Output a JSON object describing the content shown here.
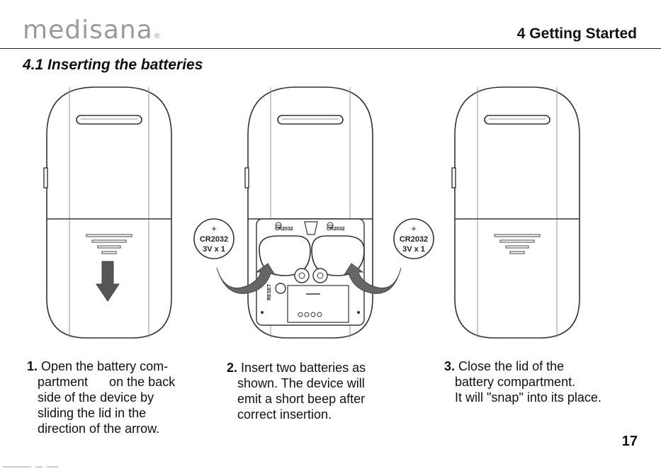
{
  "header": {
    "logo": "medisana",
    "logo_mark": "®",
    "chapter": "4 Getting Started"
  },
  "section": {
    "title": "4.1 Inserting the batteries"
  },
  "figure": {
    "battery_label_left": {
      "line1": "CR2032",
      "line2": "3V x 1"
    },
    "battery_label_right": {
      "line1": "CR2032",
      "line2": "3V x 1"
    },
    "slot_label_left": "CR2032",
    "slot_label_right": "CR2032",
    "polarity_symbol": "+",
    "reset_label": "RESET"
  },
  "steps": [
    {
      "number": "1.",
      "lines": [
        "Open the battery com-",
        "partment      on the back",
        "side of the device by",
        "sliding the lid in the",
        "direction of the arrow."
      ]
    },
    {
      "number": "2.",
      "lines": [
        "Insert two batteries as",
        "shown. The device will",
        "emit a short beep after",
        "correct insertion."
      ]
    },
    {
      "number": "3.",
      "lines": [
        "Close the lid of the",
        "battery compartment.",
        "It will \"snap\" into its place."
      ]
    }
  ],
  "footer": {
    "page_number": "17"
  }
}
